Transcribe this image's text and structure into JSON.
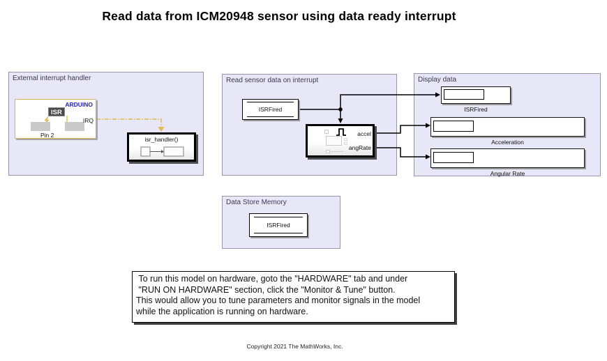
{
  "title": "Read data from ICM20948 sensor using data ready interrupt",
  "areas": {
    "external_interrupt": {
      "label": "External interrupt handler"
    },
    "read_sensor": {
      "label": "Read sensor data on interrupt"
    },
    "display": {
      "label": "Display data"
    },
    "data_store": {
      "label": "Data Store Memory"
    }
  },
  "blocks": {
    "arduino_interrupt": {
      "brand": "ARDUINO",
      "badge": "ISR",
      "port_out": "IRQ",
      "pin_label": "Pin 2"
    },
    "isr_handler": {
      "label": "isr_handler()"
    },
    "data_store_read": {
      "label": "ISRFired"
    },
    "triggered_subsystem": {
      "out1": "accel",
      "out2": "angRate"
    },
    "display_isrfired": {
      "caption": "ISRFired",
      "value": ""
    },
    "display_acceleration": {
      "caption": "Acceleration",
      "value": ""
    },
    "display_angular_rate": {
      "caption": "Angular Rate",
      "value": ""
    },
    "data_store_memory": {
      "label": "ISRFired"
    }
  },
  "icons": {
    "interrupt_bolt": "lightning-bolt-icon",
    "interrupt_arrow": "down-arrow-icon",
    "trigger": "pulse-trigger-icon",
    "function_call": "function-call-subsystem-icon"
  },
  "note": {
    "text": " To run this model on hardware, goto the \"HARDWARE\" tab and under\n \"RUN ON HARDWARE\" section, click the \"Monitor & Tune\" button.\nThis would allow you to tune parameters and monitor signals in the model\nwhile the application is running on hardware."
  },
  "footer": {
    "copyright": "Copyright 2021 The MathWorks, Inc."
  },
  "colors": {
    "area_fill": "#E7E7F8",
    "area_border": "#9494AE",
    "arduino_border": "#D8B448",
    "interrupt_signal_yellow": "#DFBC50",
    "brand_blue": "#2121CE",
    "wire_black": "#000000"
  }
}
